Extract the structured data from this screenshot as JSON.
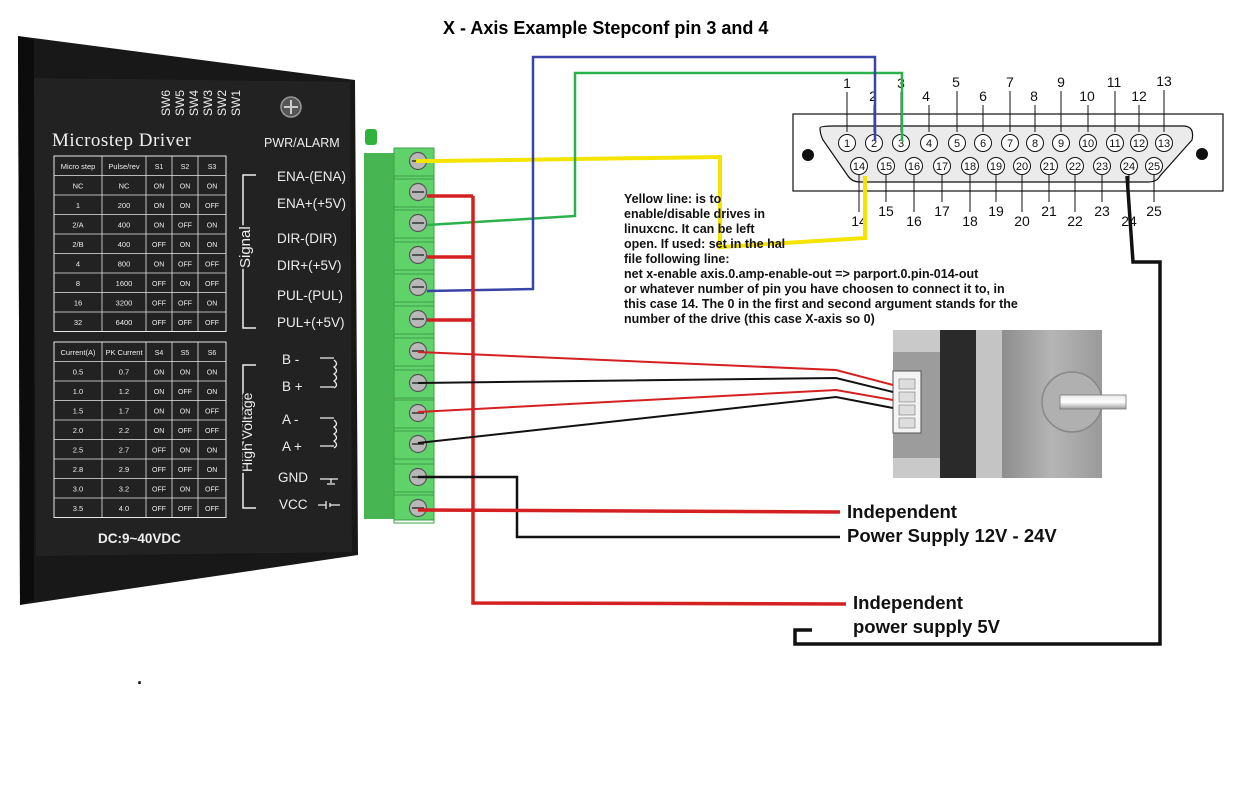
{
  "title": "X - Axis Example Stepconf pin 3 and 4",
  "driver": {
    "name": "Microstep Driver",
    "switch_labels": [
      "SW6",
      "SW5",
      "SW4",
      "SW3",
      "SW2",
      "SW1"
    ],
    "pwr_alarm": "PWR/ALARM",
    "signal_label": "Signal",
    "high_voltage_label": "High Voltage",
    "dc_rating": "DC:9~40VDC",
    "terminals": [
      "ENA-(ENA)",
      "ENA+(+5V)",
      "DIR-(DIR)",
      "DIR+(+5V)",
      "PUL-(PUL)",
      "PUL+(+5V)",
      "B -",
      "B +",
      "A -",
      "A +",
      "GND",
      "VCC"
    ],
    "microstep_table": {
      "headers": [
        "Micro step",
        "Pulse/rev",
        "S1",
        "S2",
        "S3"
      ],
      "rows": [
        [
          "NC",
          "NC",
          "ON",
          "ON",
          "ON"
        ],
        [
          "1",
          "200",
          "ON",
          "ON",
          "OFF"
        ],
        [
          "2/A",
          "400",
          "ON",
          "OFF",
          "ON"
        ],
        [
          "2/B",
          "400",
          "OFF",
          "ON",
          "ON"
        ],
        [
          "4",
          "800",
          "ON",
          "OFF",
          "OFF"
        ],
        [
          "8",
          "1600",
          "OFF",
          "ON",
          "OFF"
        ],
        [
          "16",
          "3200",
          "OFF",
          "OFF",
          "ON"
        ],
        [
          "32",
          "6400",
          "OFF",
          "OFF",
          "OFF"
        ]
      ]
    },
    "current_table": {
      "headers": [
        "Current(A)",
        "PK Current",
        "S4",
        "S5",
        "S6"
      ],
      "rows": [
        [
          "0.5",
          "0.7",
          "ON",
          "ON",
          "ON"
        ],
        [
          "1.0",
          "1.2",
          "ON",
          "OFF",
          "ON"
        ],
        [
          "1.5",
          "1.7",
          "ON",
          "ON",
          "OFF"
        ],
        [
          "2.0",
          "2.2",
          "ON",
          "OFF",
          "OFF"
        ],
        [
          "2.5",
          "2.7",
          "OFF",
          "ON",
          "ON"
        ],
        [
          "2.8",
          "2.9",
          "OFF",
          "OFF",
          "ON"
        ],
        [
          "3.0",
          "3.2",
          "OFF",
          "ON",
          "OFF"
        ],
        [
          "3.5",
          "4.0",
          "OFF",
          "OFF",
          "OFF"
        ]
      ]
    }
  },
  "connector": {
    "top_pins": [
      "1",
      "2",
      "3",
      "4",
      "5",
      "6",
      "7",
      "8",
      "9",
      "10",
      "11",
      "12",
      "13"
    ],
    "bottom_pins": [
      "14",
      "15",
      "16",
      "17",
      "18",
      "19",
      "20",
      "21",
      "22",
      "23",
      "24",
      "25"
    ]
  },
  "yellow_note": {
    "lines": [
      "Yellow line: is to",
      "enable/disable drives in",
      "linuxcnc. It can be left",
      "open. If used: set in the hal",
      "file following line:",
      "net x-enable axis.0.amp-enable-out => parport.0.pin-014-out",
      "or whatever number of pin you have choosen to connect it to, in",
      "this case 14. The 0 in the first and second argument stands for the",
      "number of the drive (this case X-axis so 0)"
    ]
  },
  "psu_motor": {
    "line1": "Independent",
    "line2": "Power Supply 12V  - 24V"
  },
  "psu_logic": {
    "line1": "Independent",
    "line2": "power supply 5V"
  },
  "stray_mark": ".",
  "colors": {
    "yellow_wire": "#f5e400",
    "green_wire": "#2bb24a",
    "blue_wire": "#3a44a8",
    "red_wire": "#d42020",
    "black_wire": "#111111",
    "terminal_green": "#5fd36a",
    "driver_body": "#1d1d1d"
  }
}
